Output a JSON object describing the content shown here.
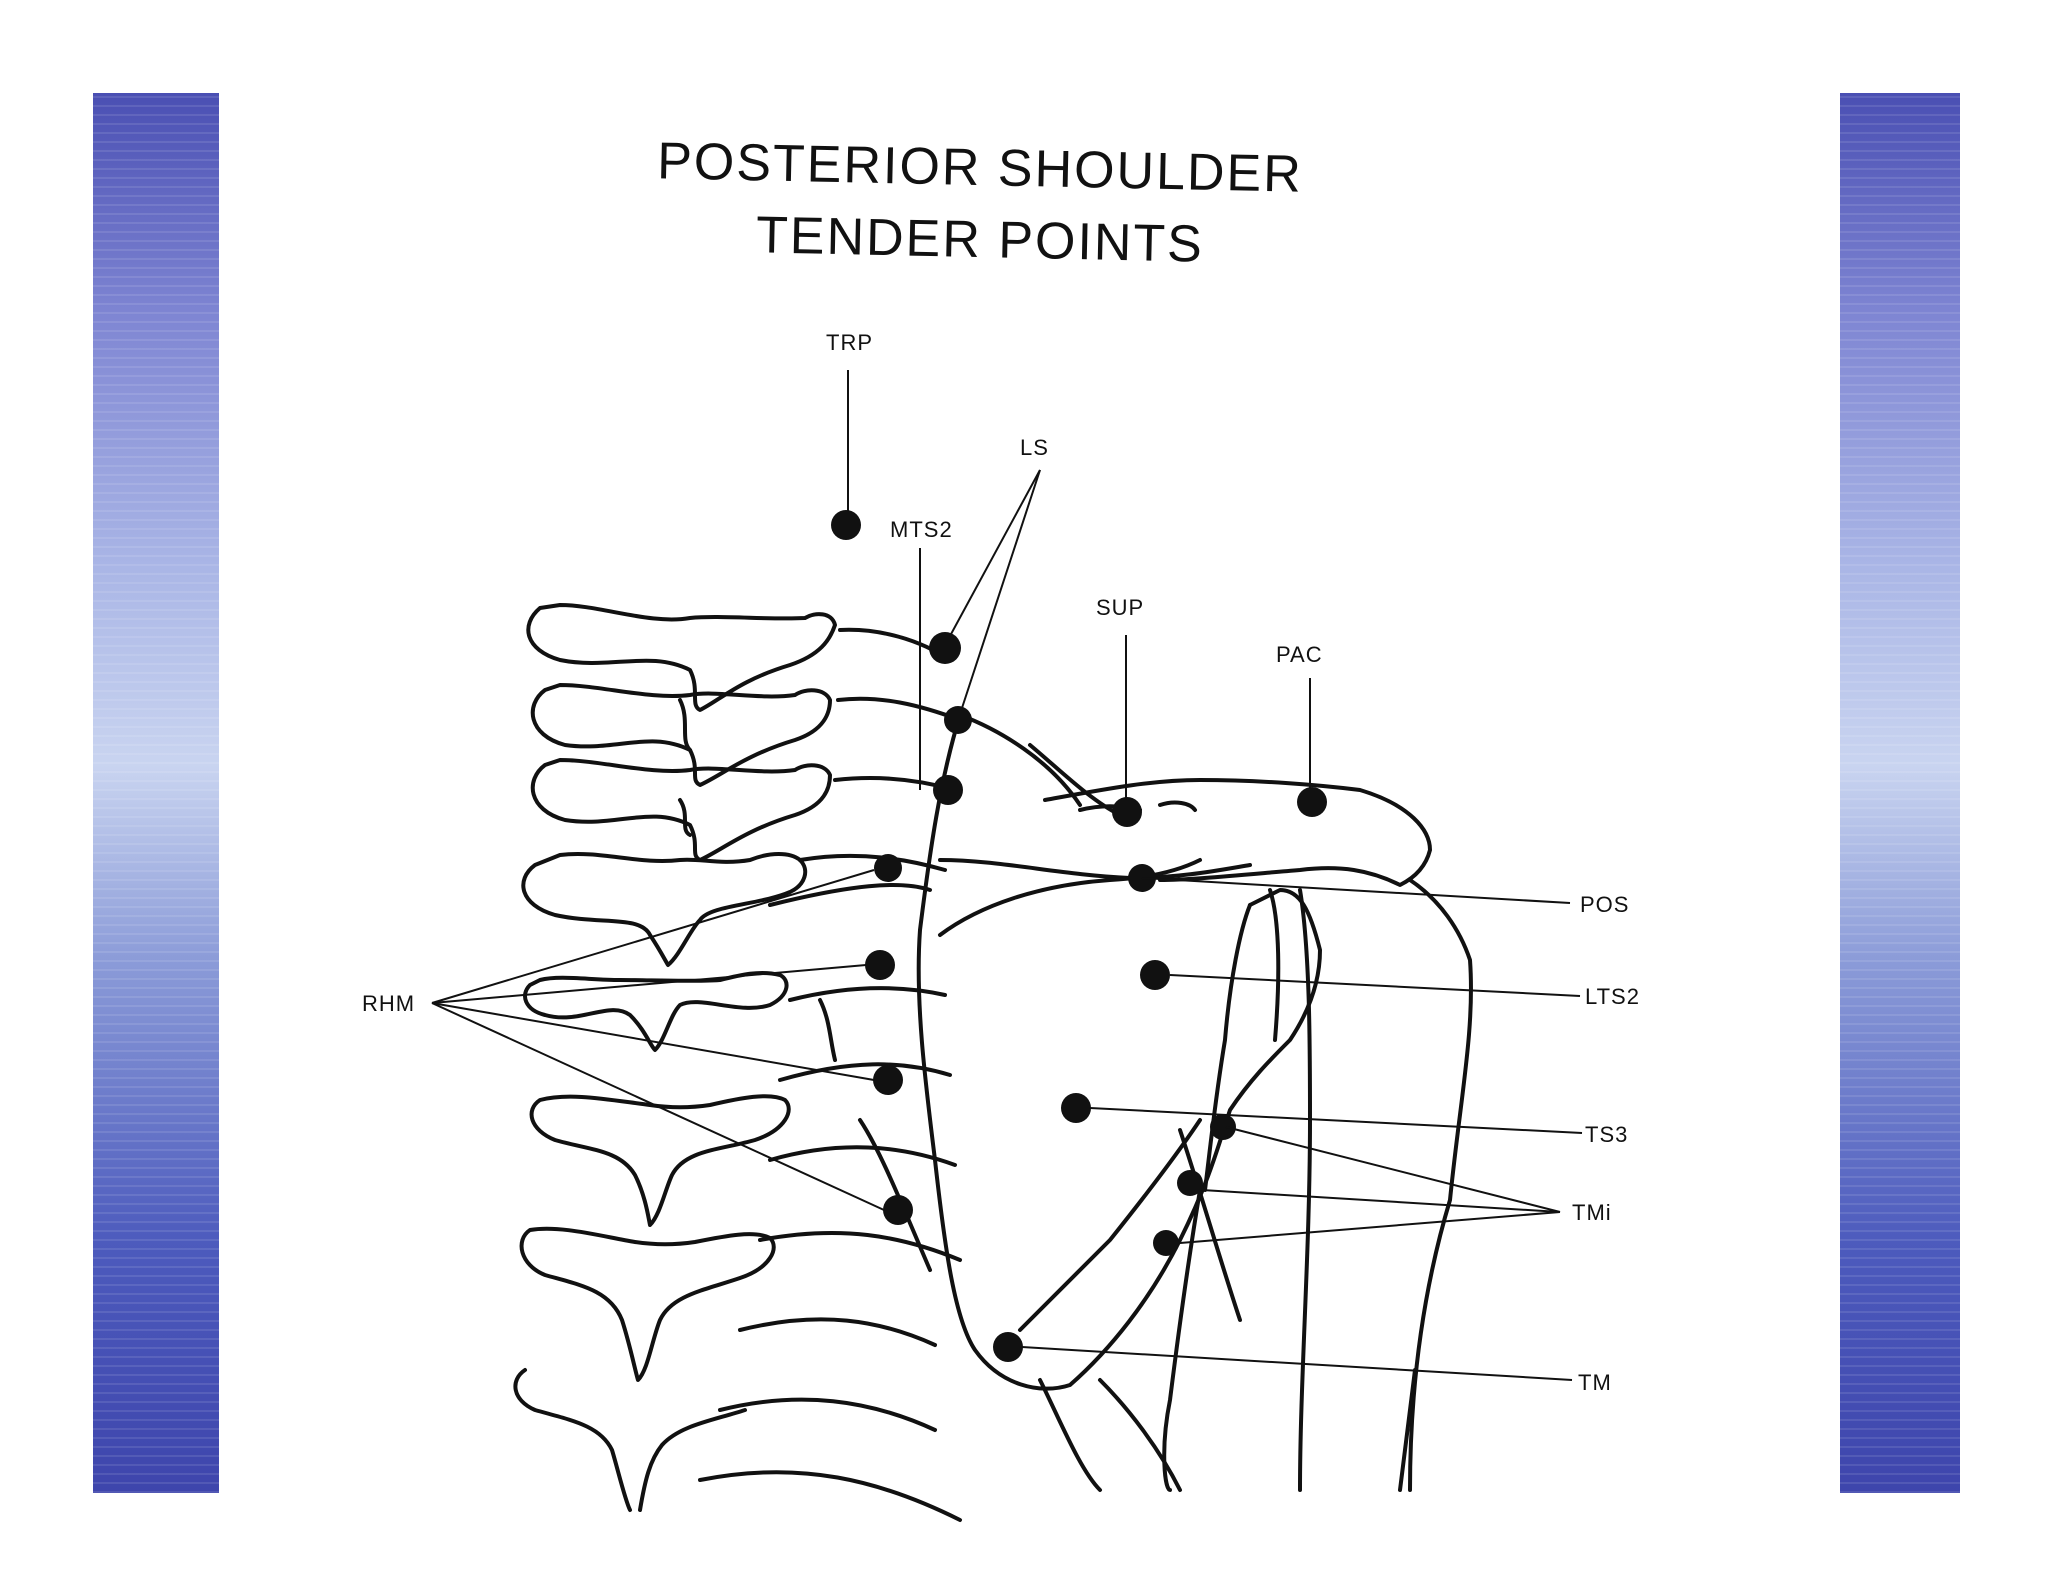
{
  "title": {
    "line1": "POSTERIOR SHOULDER",
    "line2": "TENDER POINTS"
  },
  "labels": {
    "trp": "TRP",
    "ls": "LS",
    "mts2": "MTS2",
    "sup": "SUP",
    "pac": "PAC",
    "pos": "POS",
    "lts2": "LTS2",
    "rhm": "RHM",
    "ts3": "TS3",
    "tmi": "TMi",
    "tm": "TM"
  }
}
